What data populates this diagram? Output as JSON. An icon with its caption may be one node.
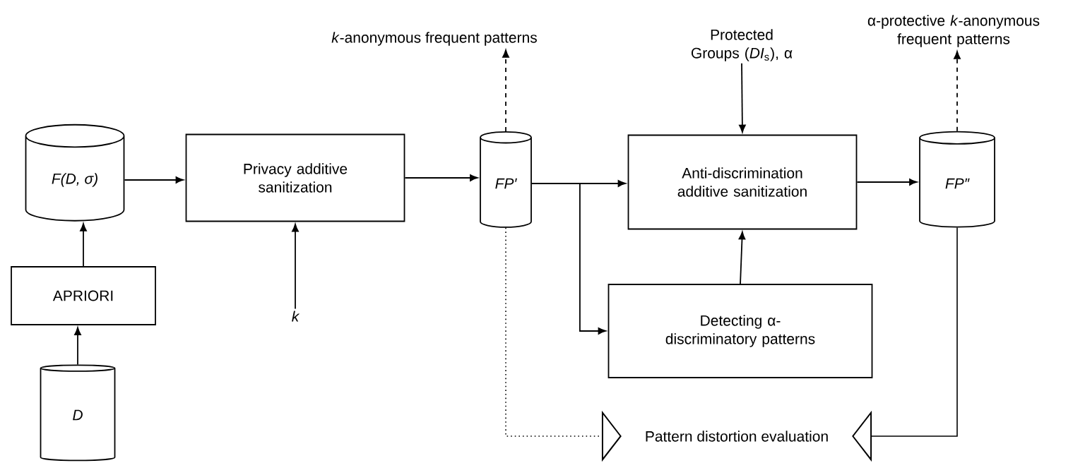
{
  "diagram": {
    "nodes": [
      {
        "text": [
          "D"
        ]
      },
      {
        "text": [
          "APRIORI"
        ]
      },
      {
        "text": [
          "F(D, σ)"
        ]
      },
      {
        "text": [
          "Privacy additive sanitization"
        ]
      },
      {
        "text": [
          "k"
        ]
      },
      {
        "text": [
          "FP′"
        ]
      },
      {
        "text": [
          "*k*-anonymous frequent patterns"
        ]
      },
      {
        "text": [
          "Anti-discrimination additive sanitization"
        ]
      },
      {
        "text": [
          "Protected Groups (*DI*$_{s}$), α"
        ]
      },
      {
        "text": [
          "Detecting α-discriminatory patterns"
        ]
      },
      {
        "text": [
          "FP″"
        ]
      },
      {
        "text": [
          "α-protective *k*-anonymous frequent patterns"
        ]
      },
      {
        "text": [
          "Pattern distortion evaluation"
        ]
      }
    ],
    "edges": [
      {
        "from": 0,
        "to": 1,
        "arrow": "to"
      },
      {
        "from": 1,
        "to": 2,
        "arrow": "to"
      },
      {
        "from": 2,
        "to": 3,
        "arrow": "to"
      },
      {
        "from": 4,
        "to": 3,
        "arrow": "to"
      },
      {
        "from": 3,
        "to": 5,
        "arrow": "to"
      },
      {
        "from": 5,
        "to": 6,
        "arrow": "to",
        "style": "dashed"
      },
      {
        "from": 5,
        "to": 7,
        "arrow": "to"
      },
      {
        "from": 5,
        "to": 9,
        "arrow": "to"
      },
      {
        "from": 8,
        "to": 7,
        "arrow": "to"
      },
      {
        "from": 9,
        "to": 7,
        "arrow": "to"
      },
      {
        "from": 7,
        "to": 10,
        "arrow": "to"
      },
      {
        "from": 10,
        "to": 11,
        "arrow": "to",
        "style": "dashed"
      },
      {
        "from": 5,
        "to": 12,
        "arrow": "to",
        "style": "dashed"
      },
      {
        "from": 10,
        "to": 12,
        "arrow": "to"
      }
    ]
  }
}
